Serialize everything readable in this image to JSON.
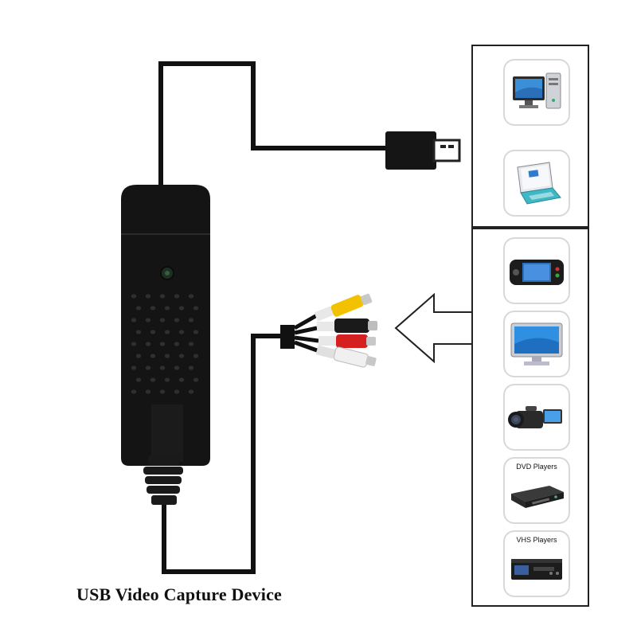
{
  "caption": "USB Video Capture Device",
  "top_group": {
    "devices": [
      {
        "icon": "desktop-computer-icon"
      },
      {
        "icon": "laptop-icon"
      }
    ]
  },
  "source_group": {
    "devices": [
      {
        "icon": "portable-media-player-icon"
      },
      {
        "icon": "tv-monitor-icon"
      },
      {
        "icon": "camcorder-icon"
      },
      {
        "icon": "dvd-player-icon",
        "label": "DVD Players"
      },
      {
        "icon": "vhs-player-icon",
        "label": "VHS Players"
      }
    ]
  },
  "colors": {
    "line": "#111111",
    "device_body": "#151515",
    "rca_yellow": "#f2c200",
    "rca_white": "#eeeeee",
    "rca_red": "#d42020",
    "rca_black": "#1a1a1a"
  }
}
